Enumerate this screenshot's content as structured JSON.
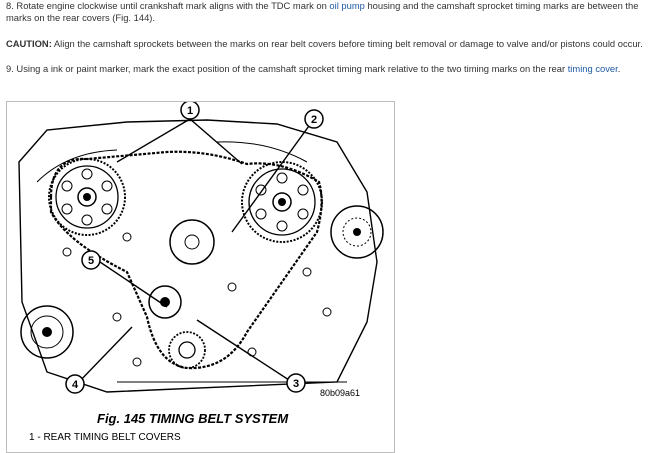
{
  "step8": {
    "prefix": "8. Rotate engine clockwise until crankshaft mark aligns with the TDC mark on ",
    "link": "oil pump",
    "suffix": " housing and the camshaft sprocket timing marks are between the",
    "line2": "marks on the rear covers (Fig. 144)."
  },
  "caution": {
    "label": "CAUTION:",
    "text": " Align the camshaft sprockets between the marks on rear belt covers before timing belt removal or damage to valve and/or pistons could occur."
  },
  "step9": {
    "prefix": "9. Using a ink or paint marker, mark the exact position of the camshaft sprocket timing mark relative to the two timing marks on the rear ",
    "link": "timing cover",
    "suffix": "."
  },
  "figure": {
    "callouts": [
      "1",
      "2",
      "3",
      "4",
      "5"
    ],
    "code": "80b09a61",
    "caption": "Fig. 145 TIMING BELT SYSTEM",
    "legend": [
      "1 - REAR TIMING BELT COVERS"
    ]
  }
}
